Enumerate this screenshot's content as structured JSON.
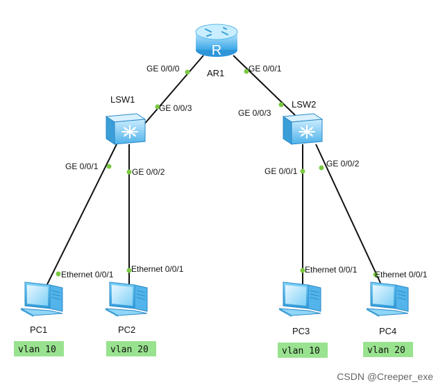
{
  "nodes": {
    "ar1": {
      "label": "AR1",
      "icon": "router-icon"
    },
    "lsw1": {
      "label": "LSW1",
      "icon": "switch-icon"
    },
    "lsw2": {
      "label": "LSW2",
      "icon": "switch-icon"
    },
    "pc1": {
      "label": "PC1",
      "icon": "pc-icon",
      "vlan": "vlan 10"
    },
    "pc2": {
      "label": "PC2",
      "icon": "pc-icon",
      "vlan": "vlan 20"
    },
    "pc3": {
      "label": "PC3",
      "icon": "pc-icon",
      "vlan": "vlan 10"
    },
    "pc4": {
      "label": "PC4",
      "icon": "pc-icon",
      "vlan": "vlan 20"
    }
  },
  "links": {
    "ar1_lsw1": {
      "a": "GE 0/0/0",
      "b": "GE 0/0/3"
    },
    "ar1_lsw2": {
      "a": "GE 0/0/1",
      "b": "GE 0/0/3"
    },
    "lsw1_pc1": {
      "a": "GE 0/0/1",
      "b": "Ethernet 0/0/1"
    },
    "lsw1_pc2": {
      "a": "GE 0/0/2",
      "b": "Ethernet 0/0/1"
    },
    "lsw2_pc3": {
      "a": "GE 0/0/1",
      "b": "Ethernet 0/0/1"
    },
    "lsw2_pc4": {
      "a": "GE 0/0/2",
      "b": "Ethernet 0/0/1"
    }
  },
  "colors": {
    "link": "#111111",
    "port_dot": "#7ac943",
    "vlan_tag": "#99e28f",
    "device": "#6fc3f0"
  },
  "watermark": "CSDN @Creeper_exe"
}
